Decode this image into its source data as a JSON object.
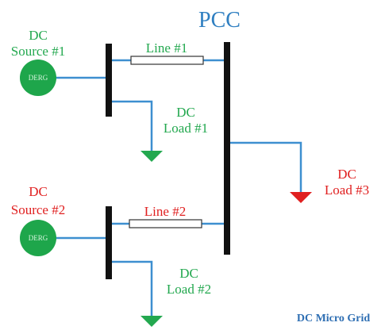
{
  "diagram": {
    "title": "PCC",
    "caption": "DC Micro Grid",
    "sources": [
      {
        "label_line1": "DC",
        "label_line2": "Source #1",
        "circle_text": "DERG"
      },
      {
        "label_line1": "DC",
        "label_line2": "Source #2",
        "circle_text": "DERG"
      }
    ],
    "lines": [
      {
        "label": "Line #1"
      },
      {
        "label": "Line #2"
      }
    ],
    "loads": [
      {
        "label_line1": "DC",
        "label_line2": "Load #1"
      },
      {
        "label_line1": "DC",
        "label_line2": "Load #2"
      },
      {
        "label_line1": "DC",
        "label_line2": "Load #3"
      }
    ],
    "colors": {
      "bus": "#111111",
      "wire": "#3d8fd0",
      "source": "#1ea64b",
      "load_green": "#23a84f",
      "load_red": "#e02020",
      "title": "#2f7fc1",
      "caption": "#2f6fb3"
    }
  }
}
